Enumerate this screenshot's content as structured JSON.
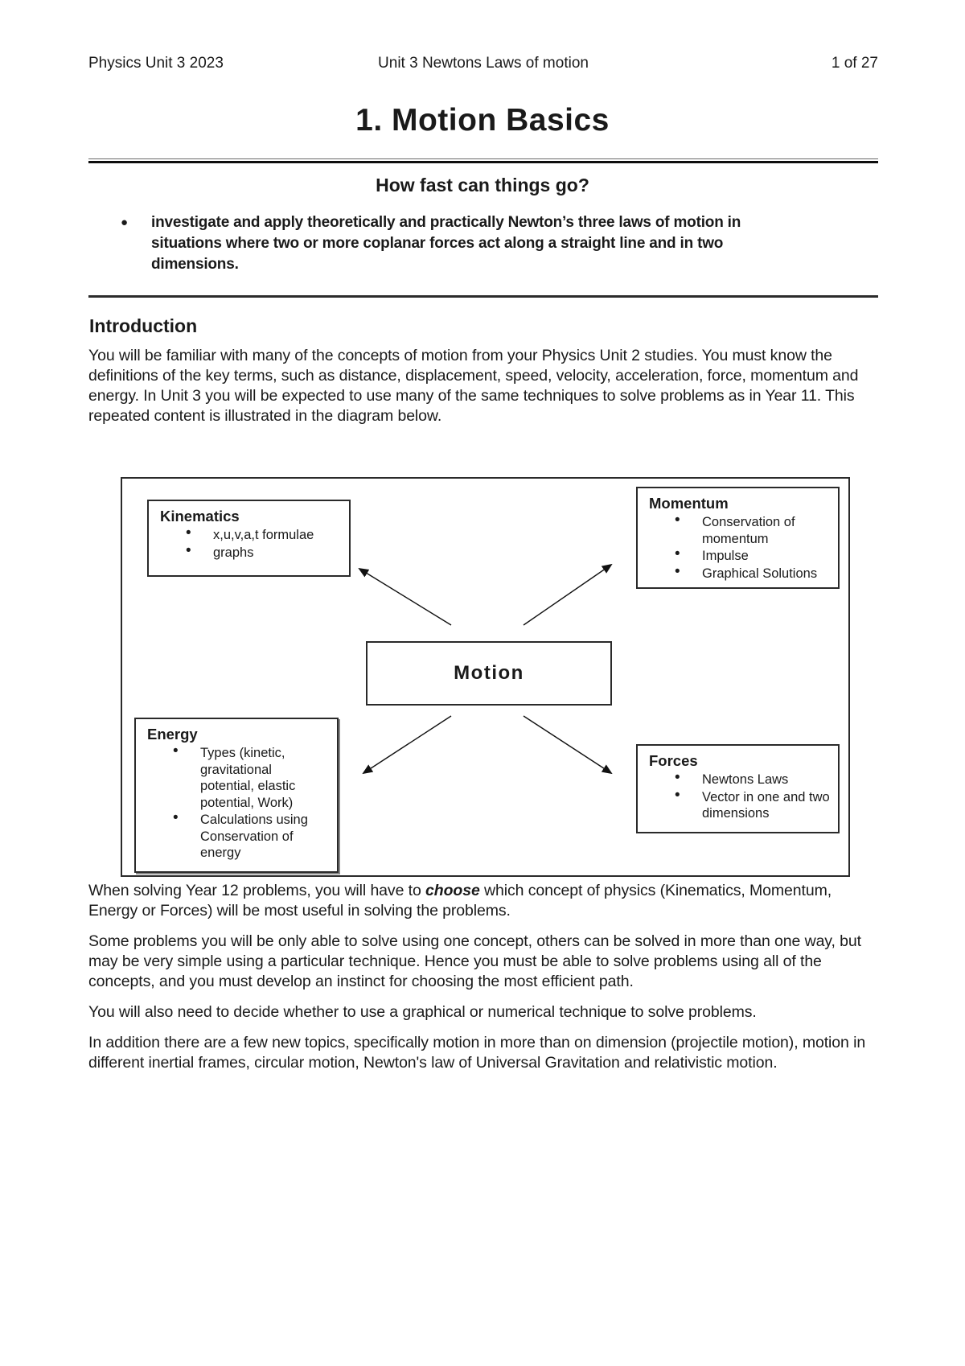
{
  "header": {
    "left": "Physics Unit 3 2023",
    "center": "Unit 3 Newtons Laws of motion",
    "right": "1 of 27"
  },
  "title": "1. Motion Basics",
  "section": {
    "heading": "How fast can things go?",
    "bullet_marker": "●",
    "bullet_text": "investigate and apply theoretically and practically Newton’s three laws of motion in situations where two or more coplanar forces act along a straight line and in two dimensions."
  },
  "introduction": {
    "heading": "Introduction",
    "body": "You will be familiar with many of the concepts of motion from your Physics Unit 2 studies. You must know the definitions of the key terms, such as distance, displacement, speed, velocity, acceleration, force, momentum and energy. In Unit 3 you will be expected to use many of the same techniques to solve problems as in Year 11. This repeated content is illustrated in the diagram below."
  },
  "diagram": {
    "center_label": "Motion",
    "boxes": [
      {
        "title": "Kinematics",
        "items": [
          "x,u,v,a,t formulae",
          "graphs"
        ]
      },
      {
        "title": "Momentum",
        "items": [
          "Conservation of momentum",
          "Impulse",
          "Graphical Solutions"
        ]
      },
      {
        "title": "Energy",
        "items": [
          "Types (kinetic, gravitational potential, elastic potential, Work)",
          "Calculations using Conservation of energy"
        ]
      },
      {
        "title": "Forces",
        "items": [
          "Newtons Laws",
          "Vector in one and two dimensions"
        ]
      }
    ]
  },
  "paragraphs": {
    "p1_before": "When solving Year 12 problems, you will have to ",
    "p1_emph": "choose",
    "p1_after": " which concept of physics (Kinematics, Momentum, Energy or Forces) will be most useful in solving the problems.",
    "p2": "Some problems you will be only able to solve using one concept, others can be solved in more than one way, but may be very simple using a particular technique. Hence you must be able to solve problems using all of the concepts, and you must develop an instinct for choosing the most efficient path.",
    "p3": "You will also need to decide whether to use a graphical or numerical technique to solve problems.",
    "p4": "In addition there are a few new topics, specifically motion in more than on dimension (projectile motion), motion in different inertial frames, circular motion, Newton's law of Universal Gravitation and relativistic motion."
  }
}
